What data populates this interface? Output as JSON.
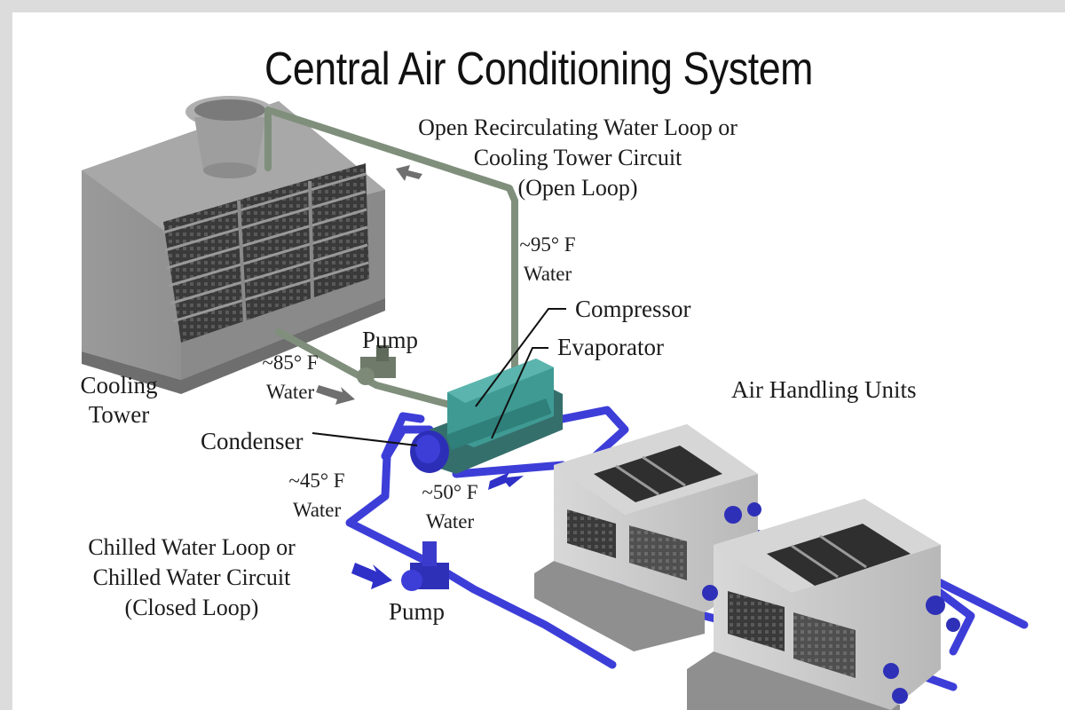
{
  "title": "Central Air Conditioning System",
  "labels": {
    "open_loop_line1": "Open Recirculating Water Loop or",
    "open_loop_line2": "Cooling Tower Circuit",
    "open_loop_line3": "(Open Loop)",
    "water95_temp": "~95° F",
    "water95_unit": "Water",
    "compressor": "Compressor",
    "evaporator": "Evaporator",
    "pump_top": "Pump",
    "water85_temp": "~85° F",
    "water85_unit": "Water",
    "cooling_tower_line1": "Cooling",
    "cooling_tower_line2": "Tower",
    "air_handling_units": "Air Handling Units",
    "condenser": "Condenser",
    "water45_temp": "~45° F",
    "water45_unit": "Water",
    "water50_temp": "~50° F",
    "water50_unit": "Water",
    "closed_loop_line1": "Chilled Water Loop or",
    "closed_loop_line2": "Chilled Water Circuit",
    "closed_loop_line3": "(Closed Loop)",
    "pump_bottom": "Pump"
  },
  "colors": {
    "condenser_pipe": "#7f8f7c",
    "chilled_pipe": "#3d3ed8",
    "chiller_body": "#3f9a94",
    "tower": "#8e8e8e",
    "ahu": "#c9c9c9"
  }
}
